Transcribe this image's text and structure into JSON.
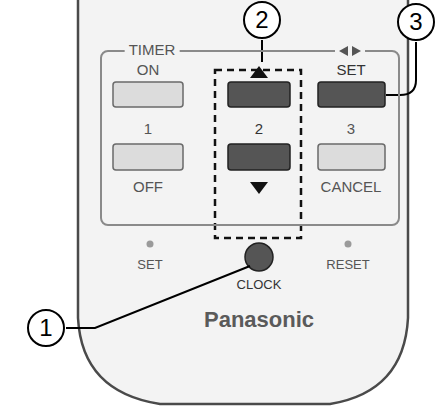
{
  "diagram": {
    "nodes": [
      {
        "text": [
          "TIMER"
        ]
      },
      {
        "text": [
          "2"
        ]
      },
      {
        "text": [
          "3"
        ]
      },
      {
        "text": [
          "1"
        ]
      }
    ],
    "labels": [
      "ON",
      "1",
      "OFF",
      "2",
      "SET",
      "3",
      "CANCEL",
      "SET",
      "CLOCK",
      "RESET",
      "Panasonic"
    ]
  }
}
